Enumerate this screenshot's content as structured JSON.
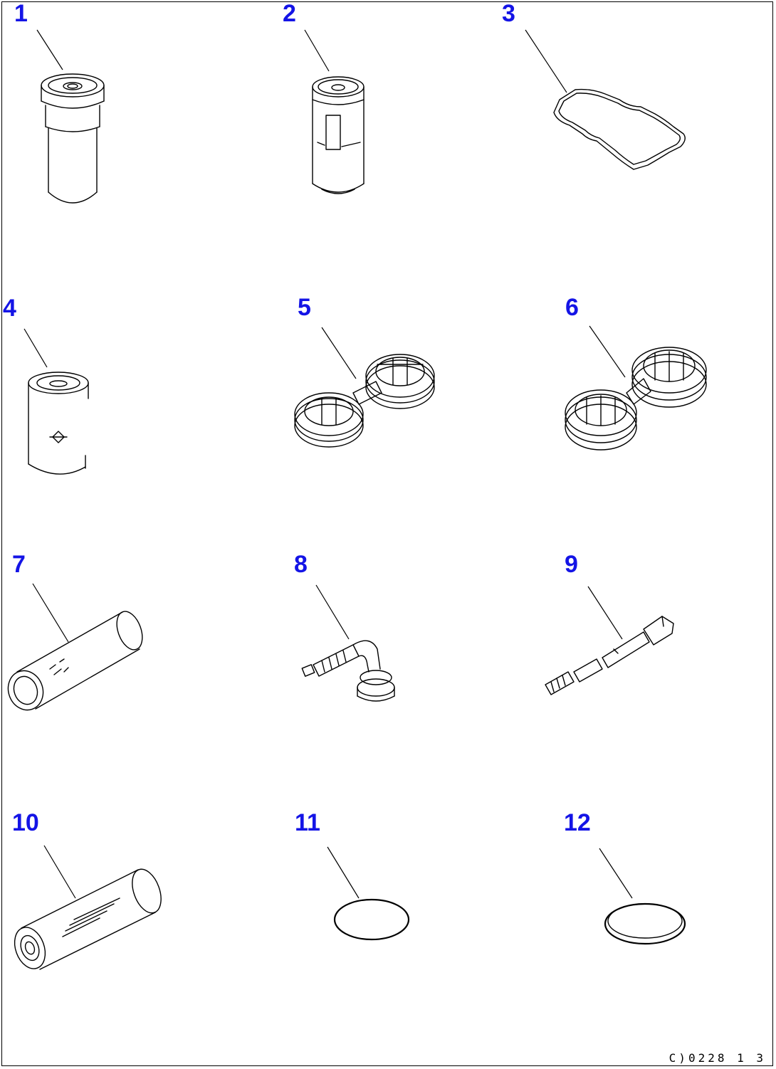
{
  "callouts": [
    "1",
    "2",
    "3",
    "4",
    "5",
    "6",
    "7",
    "8",
    "9",
    "10",
    "11",
    "12"
  ],
  "drawing_code": "C)0228 1 3",
  "colors": {
    "callout": "#1414e6",
    "line": "#000000",
    "background": "#ffffff"
  }
}
